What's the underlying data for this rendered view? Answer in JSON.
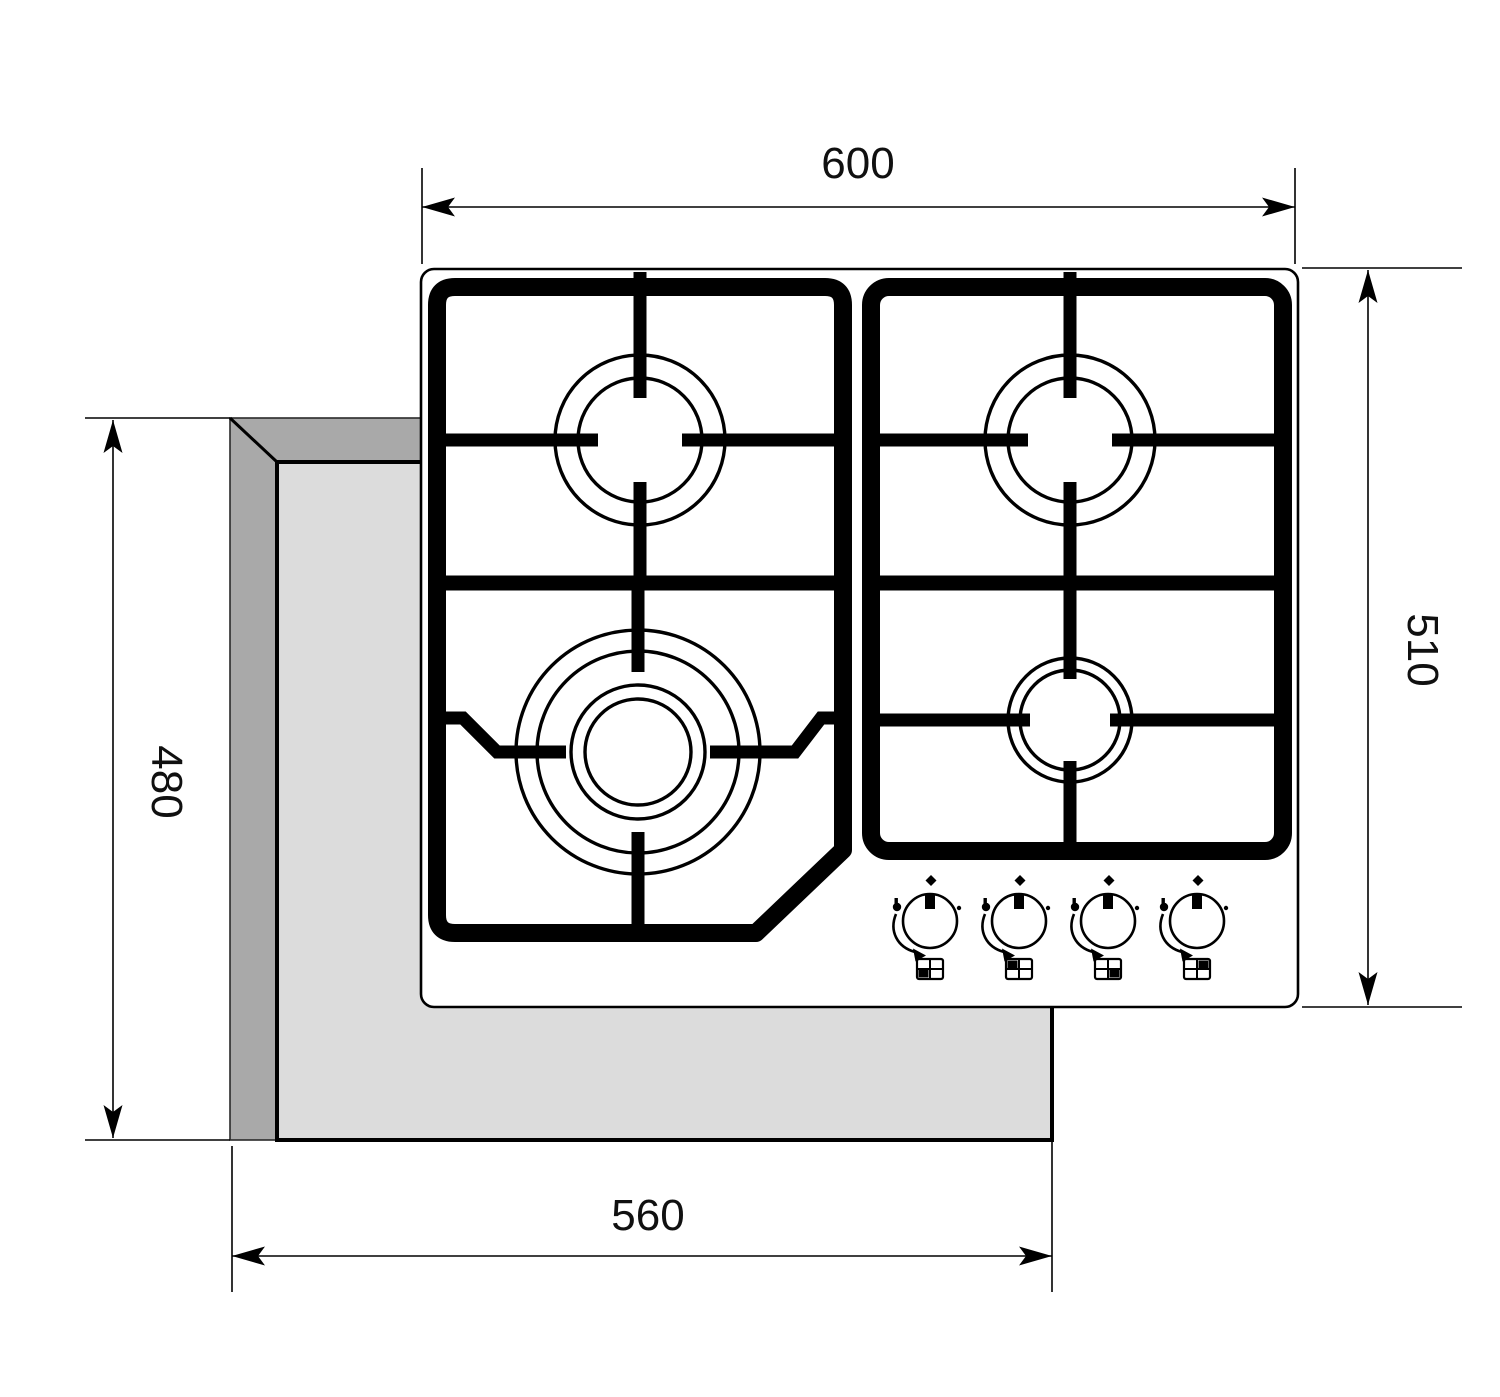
{
  "diagram": {
    "type": "technical-drawing",
    "subject": "Gas hob (4 burners) top view with worktop cut-out installation dimensions",
    "dimensions": {
      "top_width": "600",
      "right_height": "510",
      "left_height": "480",
      "bottom_width": "560"
    },
    "colors": {
      "line": "#000000",
      "text": "#101010",
      "cutout_face": "#dcdcdc",
      "cutout_edge": "#a9a9a9",
      "hob_fill": "#ffffff",
      "background": "#ffffff"
    },
    "icons": [
      "burner-position-front-left-icon",
      "burner-position-rear-left-icon",
      "burner-position-front-right-icon",
      "burner-position-rear-right-icon",
      "knob-flame-max-icon",
      "knob-flame-min-icon",
      "knob-off-diamond-icon"
    ],
    "knob_count": "4"
  }
}
